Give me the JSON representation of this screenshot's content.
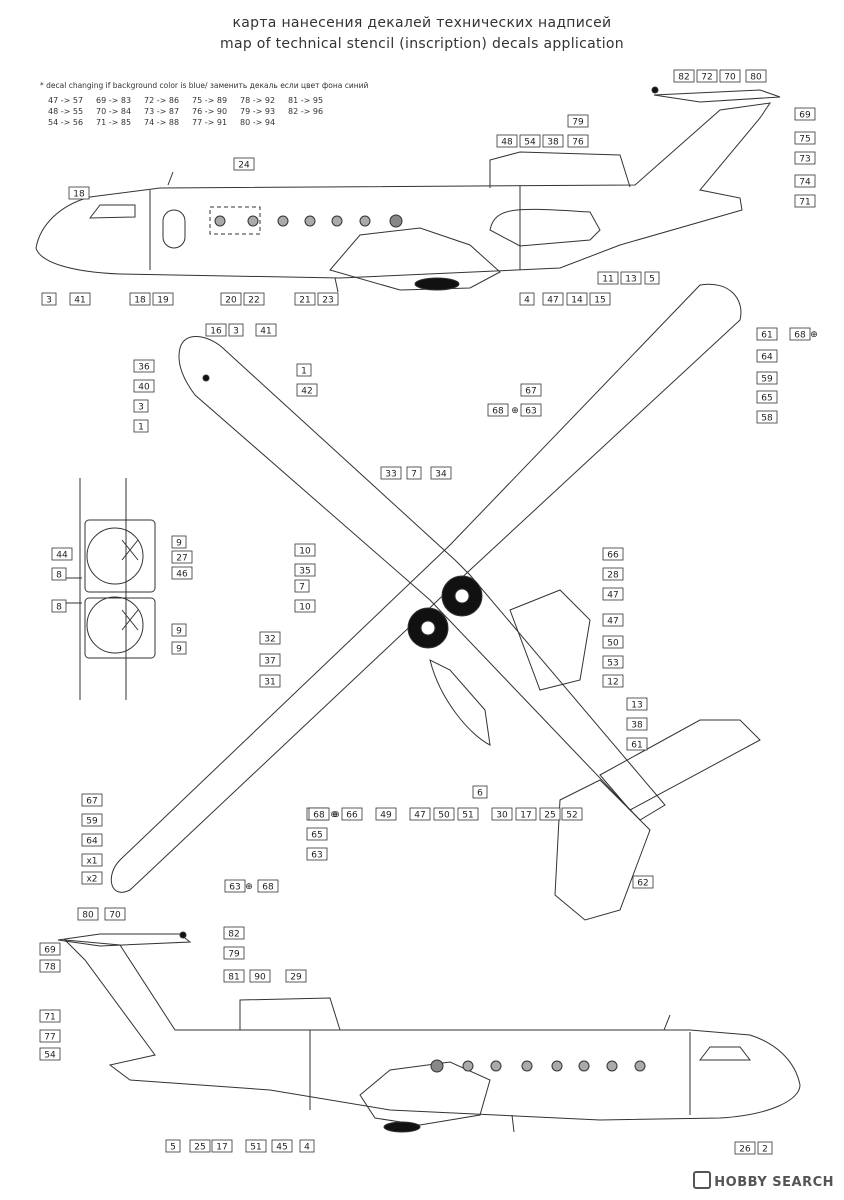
{
  "header": {
    "title_ru": "карта нанесения декалей технических надписей",
    "title_en": "map of  technical stencil (inscription) decals application"
  },
  "note": "* decal changing if background color is blue/ заменить декаль если цвет фона синий",
  "replacements": [
    [
      "47 -> 57",
      "69 -> 83",
      "72 -> 86",
      "75 -> 89",
      "78 -> 92",
      "81 -> 95"
    ],
    [
      "48 -> 55",
      "70 -> 84",
      "73 -> 87",
      "76 -> 90",
      "79 -> 93",
      "82 -> 96"
    ],
    [
      "54 -> 56",
      "71 -> 85",
      "74 -> 88",
      "77 -> 91",
      "80 -> 94",
      ""
    ]
  ],
  "labels": {
    "side_top": [
      "82",
      "72",
      "70",
      "80",
      "79",
      "48",
      "54",
      "38",
      "76",
      "69",
      "75",
      "73",
      "74",
      "71",
      "24",
      "18",
      "11",
      "13",
      "5",
      "3",
      "41",
      "18",
      "19",
      "20",
      "22",
      "21",
      "23",
      "4",
      "47",
      "14",
      "15"
    ],
    "plan": [
      "16",
      "3",
      "41",
      "36",
      "40",
      "3",
      "1",
      "1",
      "42",
      "67",
      "68",
      "63",
      "61",
      "68",
      "64",
      "59",
      "65",
      "58",
      "33",
      "7",
      "34",
      "10",
      "35",
      "7",
      "10",
      "66",
      "28",
      "47",
      "47",
      "50",
      "53",
      "32",
      "37",
      "31",
      "12",
      "13",
      "38",
      "61",
      "67",
      "59",
      "64",
      "x1",
      "x2",
      "63",
      "68",
      "58",
      "65",
      "63",
      "68",
      "66",
      "49",
      "47",
      "50",
      "51",
      "6",
      "30",
      "17",
      "25",
      "52",
      "62"
    ],
    "inset": [
      "44",
      "8",
      "8",
      "9",
      "27",
      "46",
      "9",
      "9"
    ],
    "side_bottom": [
      "80",
      "70",
      "69",
      "78",
      "82",
      "79",
      "81",
      "90",
      "29",
      "71",
      "77",
      "54",
      "5",
      "25",
      "17",
      "51",
      "45",
      "4",
      "26",
      "2"
    ]
  },
  "circle_plus": "⊕",
  "watermark": "HOBBY SEARCH"
}
